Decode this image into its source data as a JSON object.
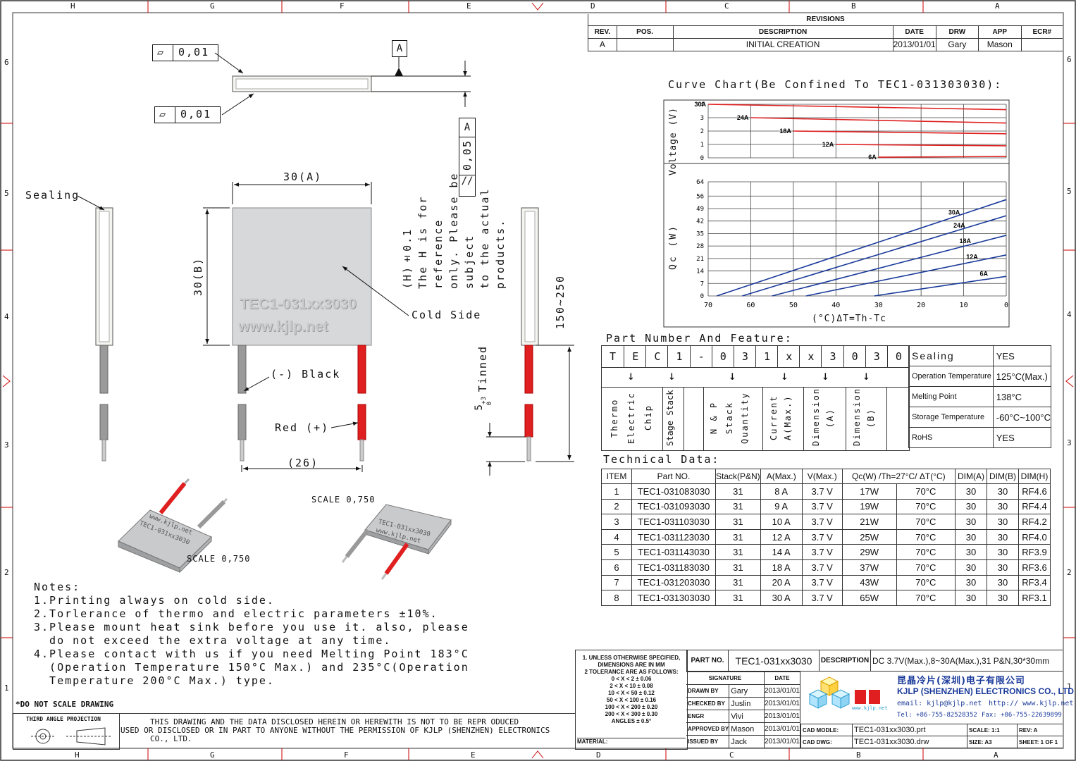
{
  "border": {
    "cols_top": [
      "H",
      "G",
      "F",
      "E",
      "D",
      "C",
      "B",
      "A"
    ],
    "rows_side": [
      "6",
      "5",
      "4",
      "3",
      "2",
      "1"
    ]
  },
  "revisions": {
    "title": "REVISIONS",
    "headers": [
      "REV.",
      "POS.",
      "DESCRIPTION",
      "DATE",
      "DRW",
      "APP",
      "ECR#"
    ],
    "row": [
      "A",
      "",
      "INITIAL CREATION",
      "2013/01/01",
      "Gary",
      "Mason",
      ""
    ]
  },
  "drawing": {
    "flatness1": "0,01",
    "flatness2": "0,01",
    "datum": "A",
    "parallel_tol": "0,05",
    "parallel_ref": "A",
    "h_note": [
      "(H)±0.1",
      "The H is for reference",
      "only. Please be subject",
      "to the actual products."
    ],
    "dim_width": "30(A)",
    "dim_height": "30(B)",
    "dim_lead_spacing": "(26)",
    "dim_lead_length": "150~250",
    "dim_tinned": "Tinned",
    "dim_tinned_val": "5",
    "dim_tinned_tol": "+3",
    "dim_tinned_tol2": "0",
    "label_sealing": "Sealing",
    "label_cold_side": "Cold Side",
    "label_black": "(-) Black",
    "label_red": "Red (+)",
    "watermark1": "TEC1-031xx3030",
    "watermark2": "www.kjlp.net",
    "scale_left": "SCALE  0,750",
    "scale_right": "SCALE  0,750",
    "iso_text1": "TEC1-031xx3030",
    "iso_text2": "www.kjlp.net"
  },
  "notes": {
    "title": "Notes:",
    "lines": [
      "1.Printing always on cold side.",
      "2.Torlerance of thermo and electric parameters ±10%.",
      "3.Please mount heat sink before you use it. also, please",
      "  do not exceed the extra voltage at any time.",
      "4.Please contact with us if you need Melting Point 183°C",
      "  (Operation Temperature 150°C Max.) and 235°C(Operation",
      "  Temperature 200°C Max.) type."
    ],
    "do_not_scale": "*DO NOT SCALE DRAWING",
    "projection": "THIRD ANGLE PROJECTION",
    "disclaimer": [
      "THIS DRAWING AND THE DATA DISCLOSED HEREIN OR HEREWITH IS NOT TO BE REPR ODUCED",
      "USED OR DISCLOSED OR IN PART TO ANYONE WITHOUT THE PERMISSION OF KJLP (SHENZHEN) ELECTRONICS",
      "CO., LTD."
    ]
  },
  "chart_data": {
    "type": "line",
    "title": "Curve Chart(Be Confined To TEC1-031303030):",
    "xlabel": "(°C)ΔT=Th-Tc",
    "x_ticks": [
      70,
      60,
      50,
      40,
      30,
      20,
      10,
      0
    ],
    "xlim": [
      70,
      0
    ],
    "voltage": {
      "ylabel": "Voltage (V)",
      "y_ticks": [
        0,
        1,
        2,
        3,
        4
      ],
      "ylim": [
        0,
        4
      ],
      "series": [
        {
          "name": "30A",
          "x": [
            70,
            0
          ],
          "y": [
            4.0,
            3.6
          ]
        },
        {
          "name": "24A",
          "x": [
            60,
            0
          ],
          "y": [
            3.0,
            2.6
          ]
        },
        {
          "name": "18A",
          "x": [
            50,
            0
          ],
          "y": [
            2.0,
            1.8
          ]
        },
        {
          "name": "12A",
          "x": [
            40,
            0
          ],
          "y": [
            1.0,
            0.9
          ]
        },
        {
          "name": "6A",
          "x": [
            30,
            0
          ],
          "y": [
            0.05,
            0.1
          ]
        }
      ]
    },
    "qc": {
      "ylabel": "Qc (W)",
      "y_ticks": [
        0,
        7,
        14,
        21,
        28,
        35,
        42,
        49,
        56,
        64
      ],
      "ylim": [
        0,
        64
      ],
      "series": [
        {
          "name": "30A",
          "x": [
            68,
            0
          ],
          "y": [
            0,
            54
          ]
        },
        {
          "name": "24A",
          "x": [
            62,
            0
          ],
          "y": [
            0,
            45
          ]
        },
        {
          "name": "18A",
          "x": [
            55,
            0
          ],
          "y": [
            0,
            34
          ]
        },
        {
          "name": "12A",
          "x": [
            47,
            0
          ],
          "y": [
            0,
            23
          ]
        },
        {
          "name": "6A",
          "x": [
            31,
            0
          ],
          "y": [
            0,
            11
          ]
        }
      ]
    }
  },
  "feature": {
    "title": "Part Number And Feature:",
    "chars": [
      "T",
      "E",
      "C",
      "1",
      "-",
      "0",
      "3",
      "1",
      "x",
      "x",
      "3",
      "0",
      "3",
      "0"
    ],
    "arrow": "↓",
    "labels": [
      "Thermo Electric Chip",
      "Stage Stack",
      "N & P Stack Quantity",
      "Current A(Max.)",
      "Dimension (A)",
      "Dimension (B)"
    ],
    "props": [
      [
        "Sealing",
        "YES"
      ],
      [
        "Operation Temperature",
        "125°C(Max.)"
      ],
      [
        "Melting Point",
        "138°C"
      ],
      [
        "Storage Temperature",
        "-60°C~100°C"
      ],
      [
        "RoHS",
        "YES"
      ]
    ]
  },
  "technical": {
    "title": "Technical Data:",
    "headers": [
      "ITEM",
      "Part NO.",
      "Stack(P&N)",
      "A(Max.)",
      "V(Max.)",
      "Qc(W) /Th=27°C/ ΔT(°C)",
      "DIM(A)",
      "DIM(B)",
      "DIM(H)"
    ],
    "rows": [
      [
        "1",
        "TEC1-031083030",
        "31",
        "8 A",
        "3.7 V",
        "17W",
        "70°C",
        "30",
        "30",
        "RF4.6"
      ],
      [
        "2",
        "TEC1-031093030",
        "31",
        "9 A",
        "3.7 V",
        "19W",
        "70°C",
        "30",
        "30",
        "RF4.4"
      ],
      [
        "3",
        "TEC1-031103030",
        "31",
        "10 A",
        "3.7 V",
        "21W",
        "70°C",
        "30",
        "30",
        "RF4.2"
      ],
      [
        "4",
        "TEC1-031123030",
        "31",
        "12 A",
        "3.7 V",
        "25W",
        "70°C",
        "30",
        "30",
        "RF4.0"
      ],
      [
        "5",
        "TEC1-031143030",
        "31",
        "14 A",
        "3.7 V",
        "29W",
        "70°C",
        "30",
        "30",
        "RF3.9"
      ],
      [
        "6",
        "TEC1-031183030",
        "31",
        "18 A",
        "3.7 V",
        "37W",
        "70°C",
        "30",
        "30",
        "RF3.6"
      ],
      [
        "7",
        "TEC1-031203030",
        "31",
        "20 A",
        "3.7 V",
        "43W",
        "70°C",
        "30",
        "30",
        "RF3.4"
      ],
      [
        "8",
        "TEC1-031303030",
        "31",
        "30 A",
        "3.7 V",
        "65W",
        "70°C",
        "30",
        "30",
        "RF3.1"
      ]
    ]
  },
  "titleblock": {
    "tolerance": [
      "1. UNLESS OTHERWISE SPECIFIED,",
      "DIMENSIONS ARE IN MM",
      "2 TOLERANCE ARE AS FOLLOWS:",
      "0 < X <  2   ± 0.06",
      "2 < X <  10  ± 0.08",
      "10 < X <  50  ± 0.12",
      "50 < X < 100  ± 0.16",
      "100 < X < 200  ± 0.20",
      "200 < X < 300  ± 0.30",
      "ANGLES ± 0.5°"
    ],
    "material_label": "MATERIAL:",
    "part_no_label": "PART NO.",
    "part_no": "TEC1-031xx3030",
    "desc_label": "DESCRIPTION",
    "desc": "DC 3.7V(Max.),8~30A(Max.),31 P&N,30*30mm",
    "sig_header": [
      "SIGNATURE",
      "DATE"
    ],
    "sig_rows": [
      [
        "DRAWN BY",
        "Gary",
        "2013/01/01"
      ],
      [
        "CHECKED BY",
        "Juslin",
        "2013/01/01"
      ],
      [
        "ENGR",
        "Vivi",
        "2013/01/01"
      ],
      [
        "APPROVED BY",
        "Mason",
        "2013/01/01"
      ],
      [
        "ISSUED BY",
        "Jack",
        "2013/01/01"
      ]
    ],
    "company_cn": "昆晶冷片(深圳)电子有限公司",
    "company_en": "KJLP (SHENZHEN) ELECTRONICS CO., LTD",
    "email": "email: kjlp@kjlp.net",
    "http": "http:// www.kjlp.net",
    "tel": "Tel: +86-755-82528352",
    "fax": "Fax: +86-755-22639899",
    "logo_text": "www.kjlp.net",
    "cad_model_label": "CAD MODLE:",
    "cad_model": "TEC1-031xx3030.prt",
    "cad_dwg_label": "CAD DWG:",
    "cad_dwg": "TEC1-031xx3030.drw",
    "scale_label": "SCALE: 1:1",
    "size_label": "SIZE: A3",
    "rev_label": "REV: A",
    "sheet_label": "SHEET: 1 OF 1"
  }
}
